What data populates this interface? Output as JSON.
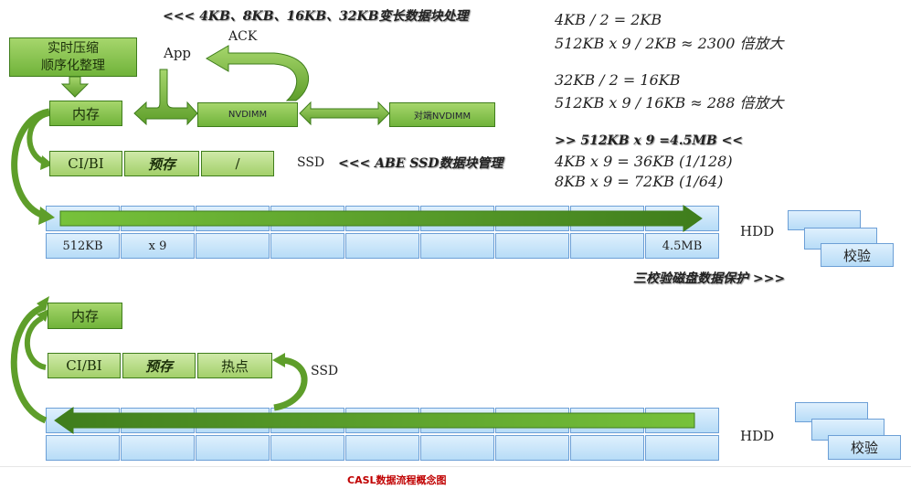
{
  "header_notes": {
    "variable_block": "<<< 4KB、8KB、16KB、32KB变长数据块处理",
    "ssd_block": "<<< ABE SSD数据块管理",
    "triple_check": "三校验磁盘数据保护 >>>"
  },
  "calc": {
    "line1": "4KB / 2 = 2KB",
    "line2": "512KB x 9 / 2KB ≈ 2300 倍放大",
    "line3": "32KB / 2 = 16KB",
    "line4": "512KB x 9 / 16KB ≈ 288 倍放大",
    "line5": ">> 512KB x 9 =4.5MB <<",
    "line6": "4KB x 9 = 36KB (1/128)",
    "line7": "8KB x 9 = 72KB (1/64)"
  },
  "top": {
    "compress": "实时压缩\n顺序化整理",
    "memory": "内存",
    "app": "App",
    "ack": "ACK",
    "nvdimm": "NVDIMM",
    "peer_nvdimm": "对端NVDIMM",
    "cache_row": [
      "CI/BI",
      "预存",
      "/"
    ],
    "ssd": "SSD",
    "hdd": "HDD",
    "disk_first": "512KB",
    "disk_second": "x 9",
    "disk_last": "4.5MB",
    "check": "校验"
  },
  "bottom": {
    "memory": "内存",
    "cache_row": [
      "CI/BI",
      "预存",
      "热点"
    ],
    "ssd": "SSD",
    "hdd": "HDD",
    "check": "校验"
  },
  "caption": "CASL数据流程概念图"
}
